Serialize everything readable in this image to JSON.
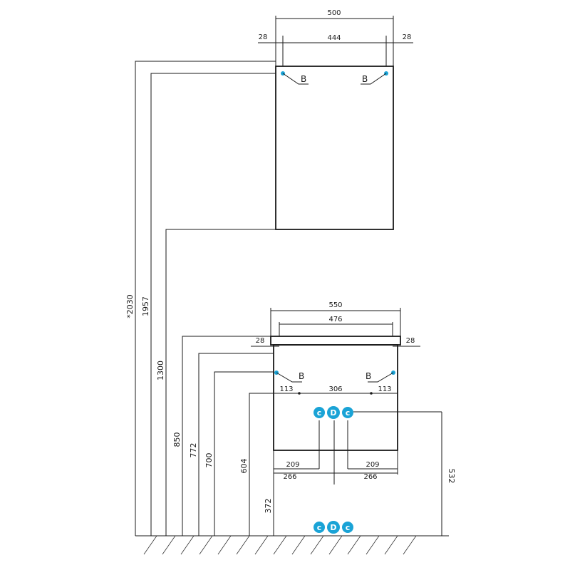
{
  "colors": {
    "line": "#1a1a1a",
    "accent": "#1aa3d6",
    "background": "#ffffff"
  },
  "upper_cabinet": {
    "width_total": "500",
    "inner_width": "444",
    "side_left": "28",
    "side_right": "28",
    "hinge_left_label": "B",
    "hinge_right_label": "B"
  },
  "lower_cabinet": {
    "width_total": "550",
    "inner_width": "476",
    "side_left": "28",
    "side_right": "28",
    "hinge_left_label": "B",
    "hinge_right_label": "B",
    "mount_left_offset": "113",
    "mount_spacing": "306",
    "mount_right_offset": "113",
    "pipe_left_1": "209",
    "pipe_left_2": "266",
    "pipe_right_1": "209",
    "pipe_right_2": "266"
  },
  "vertical_dims": {
    "total": "*2030",
    "top_mount": "1957",
    "upper_bottom": "1300",
    "lower_top": "850",
    "lower_mount": "772",
    "lower_hinge": "700",
    "lower_bottom": "604",
    "connections_height": "372",
    "connections_drop": "532"
  },
  "connections": {
    "c": "c",
    "d": "D",
    "c2": "c"
  }
}
